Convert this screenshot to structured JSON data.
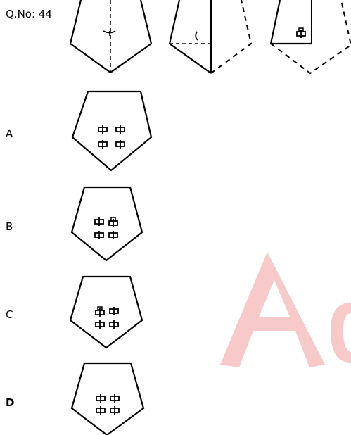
{
  "question": {
    "label": "Q.No: 44"
  },
  "options": [
    {
      "label": "A"
    },
    {
      "label": "B"
    },
    {
      "label": "C"
    },
    {
      "label": "D",
      "emphasis": "bold"
    }
  ],
  "colors": {
    "stroke": "#000000",
    "watermark": "#f7c9c9"
  }
}
